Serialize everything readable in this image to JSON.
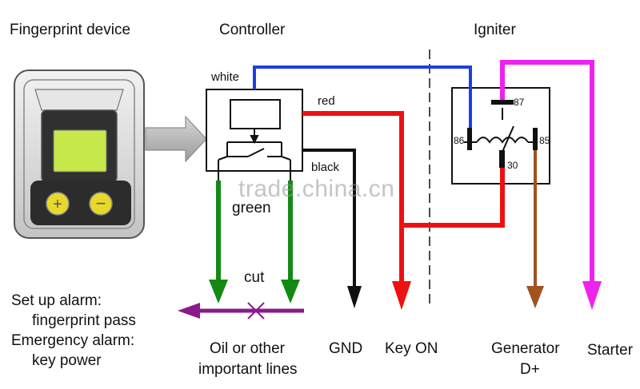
{
  "titles": {
    "fingerprint": "Fingerprint device",
    "controller": "Controller",
    "igniter": "Igniter"
  },
  "wires": {
    "white": "white",
    "red": "red",
    "black": "black",
    "green": "green",
    "cut": "cut"
  },
  "relay_pins": {
    "p87": "87",
    "p86": "86",
    "p85": "85",
    "p30": "30"
  },
  "outputs": {
    "oil_line1": "Oil or other",
    "oil_line2": "important lines",
    "gnd": "GND",
    "key_on": "Key ON",
    "generator_line1": "Generator",
    "generator_line2": "D+",
    "starter": "Starter"
  },
  "alarm_notes": {
    "line1": "Set up alarm:",
    "line2": "fingerprint  pass",
    "line3": "Emergency alarm:",
    "line4": "key power"
  },
  "watermark": "trade.china.cn",
  "colors": {
    "blue": "#1d3fe0",
    "red": "#ee1111",
    "black": "#111111",
    "green": "#138a13",
    "magenta": "#ee22ee",
    "brown": "#a0521f",
    "purple": "#8a1a8a",
    "screen": "#c6e84a"
  }
}
